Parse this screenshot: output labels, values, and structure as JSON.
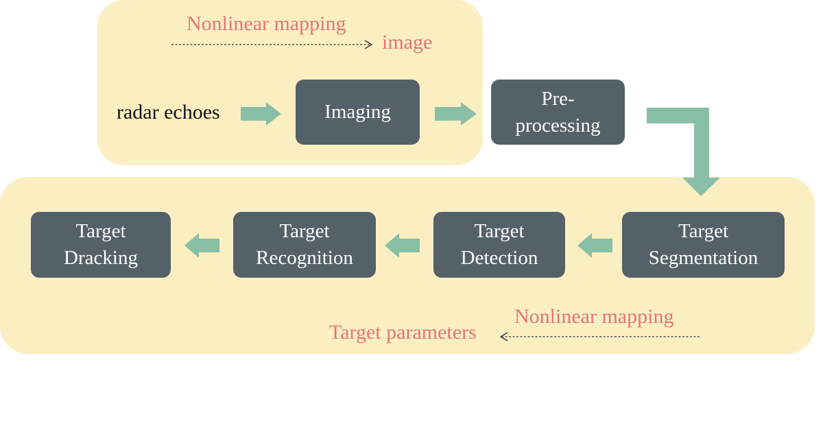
{
  "top_group": {
    "annotation_label": "Nonlinear mapping",
    "output_label": "image",
    "input_label": "radar echoes"
  },
  "steps": {
    "imaging": {
      "line1": "Imaging"
    },
    "preprocessing": {
      "line1": "Pre-",
      "line2": "processing"
    },
    "segmentation": {
      "line1": "Target",
      "line2": "Segmentation"
    },
    "detection": {
      "line1": "Target",
      "line2": "Detection"
    },
    "recognition": {
      "line1": "Target",
      "line2": "Recognition"
    },
    "tracking": {
      "line1": "Target",
      "line2": "Dracking"
    }
  },
  "bottom_group": {
    "annotation_label": "Nonlinear mapping",
    "output_label": "Target parameters"
  },
  "colors": {
    "panel": "#fbefc2",
    "box": "#546168",
    "arrow": "#88bfa6",
    "annotation_text": "#e47476"
  }
}
